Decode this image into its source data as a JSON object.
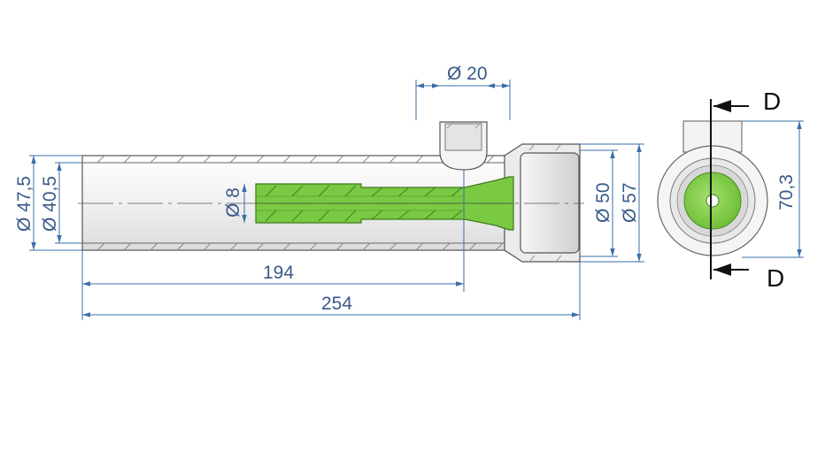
{
  "drawing": {
    "dimensions": {
      "port_diameter": "Ø 20",
      "outer_diameter": "Ø 47,5",
      "inner_diameter": "Ø 40,5",
      "rod_diameter": "Ø 8",
      "head_diameter_inner": "Ø 50",
      "head_diameter_outer": "Ø 57",
      "length_194": "194",
      "length_254": "254",
      "end_height": "70,3"
    },
    "section_marks": {
      "top": "D",
      "bottom": "D"
    },
    "colors": {
      "dimension": "#3a6ea8",
      "dimension_text": "#3a5a8a",
      "section_part": "#7ac943",
      "body_fill": "#f2f2f2",
      "outline": "#555555",
      "hatch": "#888888"
    }
  }
}
